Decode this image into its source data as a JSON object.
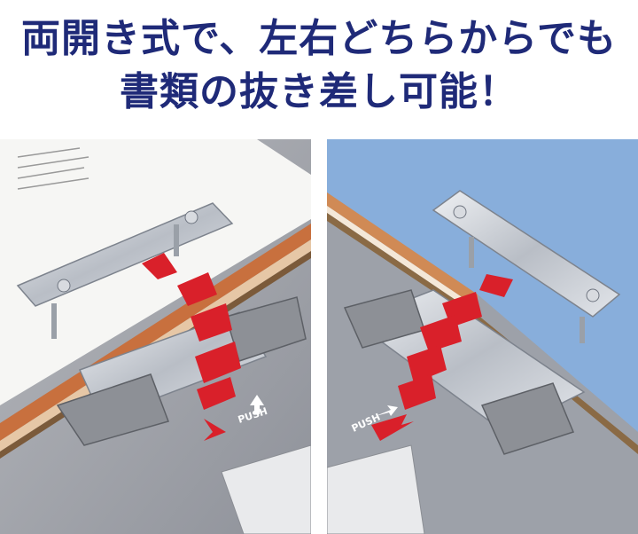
{
  "headline": {
    "line1": "両開き式で、左右どちらからでも",
    "line2": "書類の抜き差し可能！"
  },
  "colors": {
    "headline_text": "#1f2a78",
    "arrow_red": "#d9202a",
    "binder_gray": "#9ea1a8",
    "cover_blue": "#88aedb",
    "paper_white": "#f7f7f5",
    "metal": "#c8ccd2"
  },
  "photos": [
    {
      "name": "left-photo",
      "push_label": "PUSH"
    },
    {
      "name": "right-photo",
      "push_label": "PUSH"
    }
  ]
}
